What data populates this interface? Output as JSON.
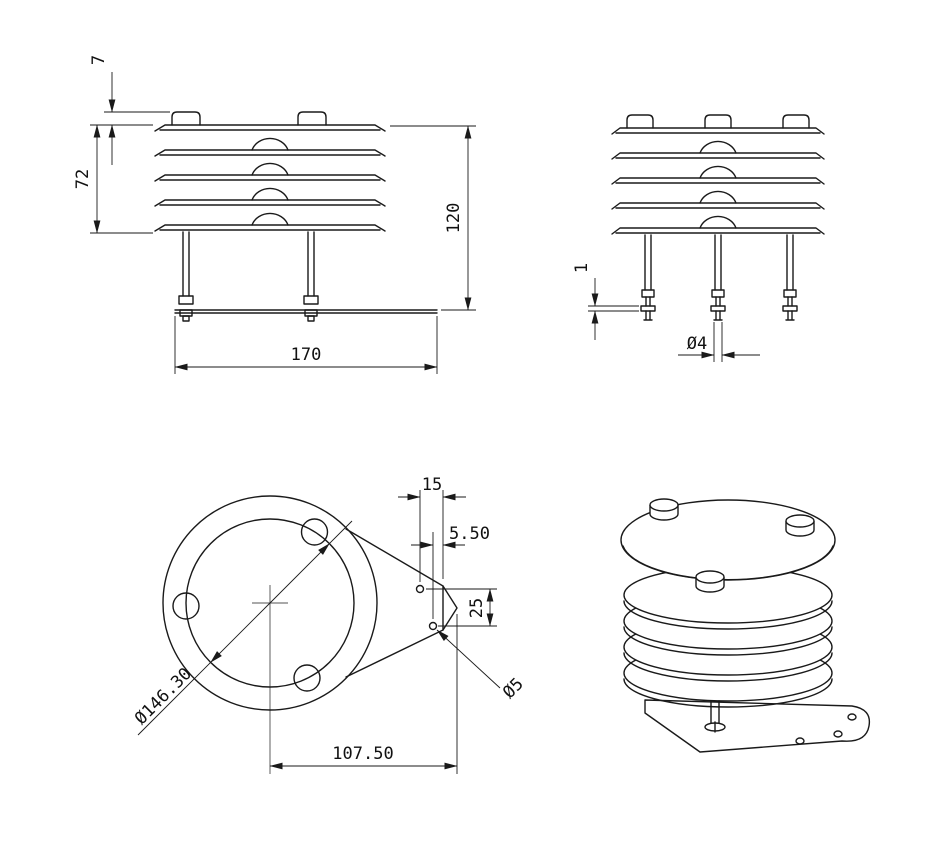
{
  "meta": {
    "background": "#ffffff",
    "line_color": "#1a1a1a",
    "drawing_type": "radiation-shield engineering drawing"
  },
  "dims": {
    "front": {
      "cap_height": "7",
      "stack_height": "72",
      "overall_height": "120",
      "base_width": "170"
    },
    "side": {
      "plate_thickness": "1",
      "rod_diameter": "Ø4"
    },
    "bottom": {
      "edge_offset": "15",
      "hole_edge_offset": "5.50",
      "hole_spacing": "25",
      "bolt_circle_diameter": "Ø146.30",
      "hole_diameter": "Ø5",
      "bracket_length": "107.50"
    }
  }
}
